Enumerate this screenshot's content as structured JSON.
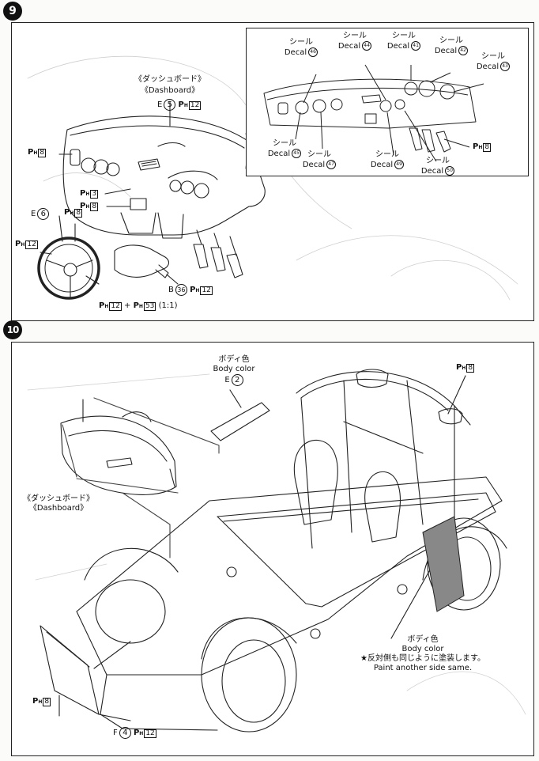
{
  "steps": {
    "step9": {
      "number": "9",
      "dashboard_label_jp": "《ダッシュボード》",
      "dashboard_label_en": "《Dashboard》",
      "parts": {
        "dash": {
          "letter": "E",
          "num": "5",
          "paint": "12"
        },
        "vent_paint": "8",
        "panel_paint_a": "3",
        "panel_paint_b": "8",
        "wheel": {
          "letter": "E",
          "num": "6",
          "paint_a": "8",
          "paint_b": "12"
        },
        "column": {
          "letter": "B",
          "num": "36",
          "paint": "12"
        },
        "mix": {
          "paint_a": "12",
          "paint_b": "53",
          "ratio": "(1:1)"
        }
      },
      "decals": [
        {
          "jp": "シール",
          "en": "Decal",
          "num": "46"
        },
        {
          "jp": "シール",
          "en": "Decal",
          "num": "44"
        },
        {
          "jp": "シール",
          "en": "Decal",
          "num": "41"
        },
        {
          "jp": "シール",
          "en": "Decal",
          "num": "42"
        },
        {
          "jp": "シール",
          "en": "Decal",
          "num": "43"
        },
        {
          "jp": "シール",
          "en": "Decal",
          "num": "45"
        },
        {
          "jp": "シール",
          "en": "Decal",
          "num": "47"
        },
        {
          "jp": "シール",
          "en": "Decal",
          "num": "49"
        },
        {
          "jp": "シール",
          "en": "Decal",
          "num": "50"
        }
      ],
      "pedal_paint": "8"
    },
    "step10": {
      "number": "10",
      "dashboard_label_jp": "《ダッシュボード》",
      "dashboard_label_en": "《Dashboard》",
      "rollbar": {
        "color_jp": "ボディ色",
        "color_en": "Body color",
        "letter": "E",
        "num": "2"
      },
      "roof_paint": "8",
      "body_note": {
        "color_jp": "ボディ色",
        "color_en": "Body color",
        "note_jp": "★反対側も同じように塗装します。",
        "note_en": "Paint another side same."
      },
      "bumper": {
        "paint": "8",
        "letter": "F",
        "num": "4",
        "paint_b": "12"
      }
    }
  },
  "ph_prefix": "P",
  "ph_sub": "H"
}
